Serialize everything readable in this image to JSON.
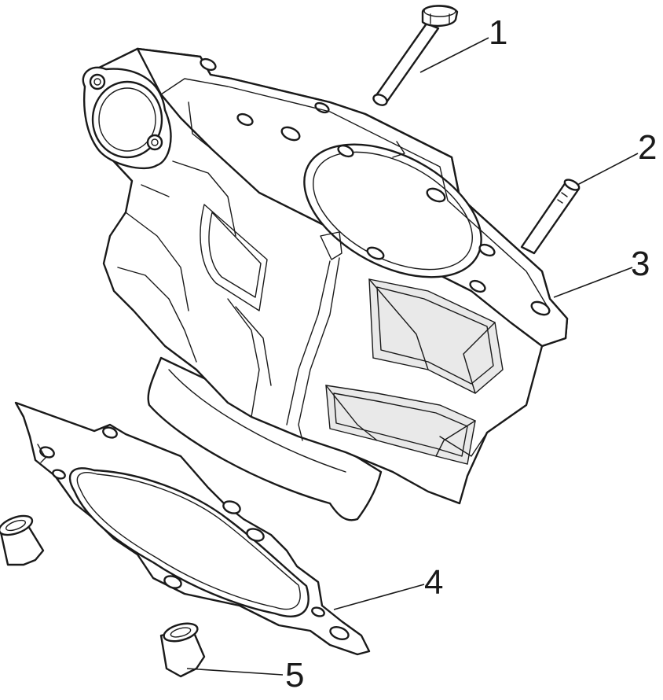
{
  "callouts": [
    {
      "id": "1",
      "label": "1"
    },
    {
      "id": "2",
      "label": "2"
    },
    {
      "id": "3",
      "label": "3"
    },
    {
      "id": "4",
      "label": "4"
    },
    {
      "id": "5",
      "label": "5"
    }
  ],
  "colors": {
    "line": "#1a1a1a",
    "background": "#ffffff",
    "shade": "#e9e9e9"
  }
}
